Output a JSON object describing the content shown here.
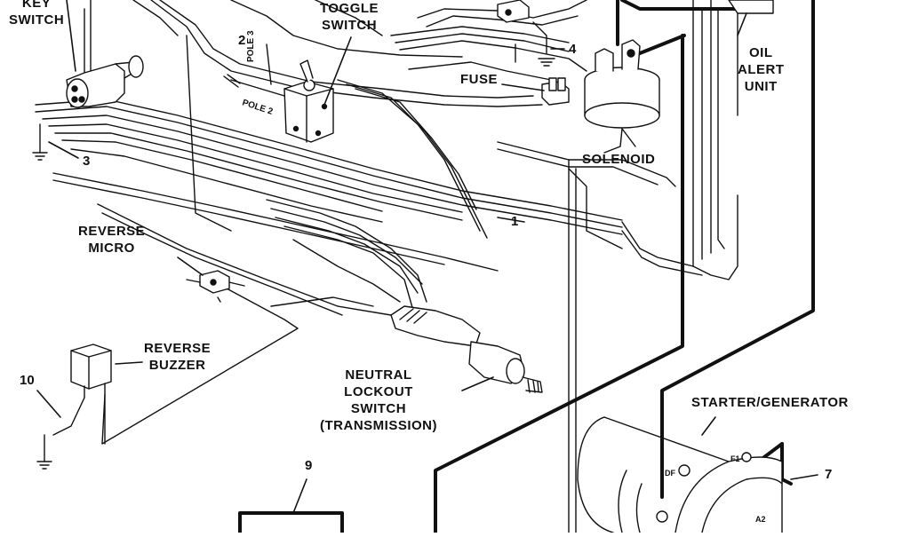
{
  "labels": {
    "key_switch": [
      "KEY",
      "SWITCH"
    ],
    "toggle_switch": [
      "TOGGLE",
      "SWITCH"
    ],
    "pole_3": "POLE 3",
    "pole_2": "POLE 2",
    "fuse": "FUSE",
    "solenoid": "SOLENOID",
    "oil_alert_unit": [
      "OIL",
      "ALERT",
      "UNIT"
    ],
    "reverse_micro": [
      "REVERSE",
      "MICRO"
    ],
    "reverse_buzzer": [
      "REVERSE",
      "BUZZER"
    ],
    "neutral_lockout": [
      "NEUTRAL",
      "LOCKOUT",
      "SWITCH",
      "(TRANSMISSION)"
    ],
    "starter_generator": "STARTER/GENERATOR",
    "terminal_df": "DF",
    "terminal_f1": "F1",
    "terminal_a2": "A2"
  },
  "callouts": {
    "n1": "1",
    "n2": "2",
    "n3": "3",
    "n4": "4",
    "n7": "7",
    "n9": "9",
    "n10": "10"
  },
  "colors": {
    "line": "#111111",
    "background": "#ffffff"
  }
}
